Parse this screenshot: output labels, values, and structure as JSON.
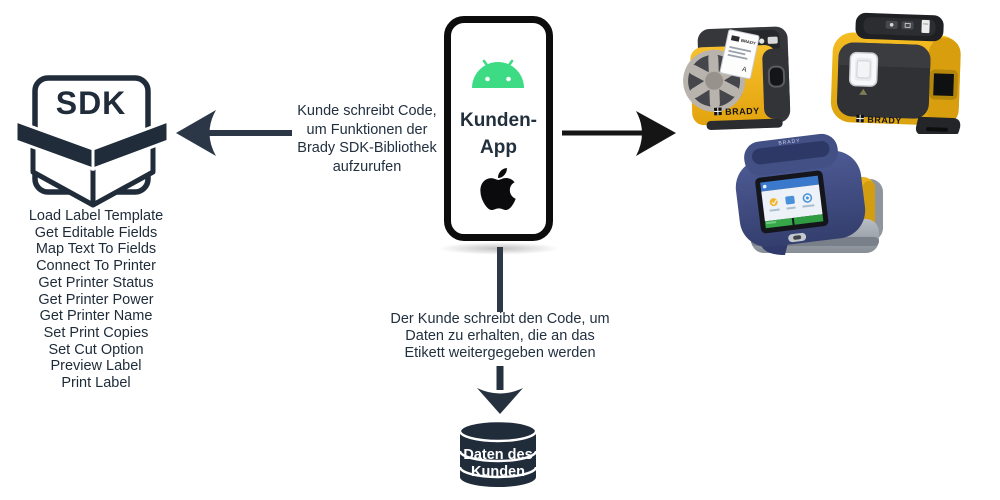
{
  "sdk": {
    "icon_label": "SDK",
    "functions": [
      "Load Label Template",
      "Get Editable Fields",
      "Map Text To Fields",
      "Connect To Printer",
      "Get Printer Status",
      "Get Printer Power",
      "Get Printer Name",
      "Set Print Copies",
      "Set Cut Option",
      "Preview Label",
      "Print Label"
    ]
  },
  "phone": {
    "app_name_line1": "Kunden-",
    "app_name_line2": "App"
  },
  "captions": {
    "sdk_arrow": [
      "Kunde schreibt Code,",
      "um Funktionen der",
      "Brady SDK-Bibliothek",
      "aufzurufen"
    ],
    "data_arrow": [
      "Der Kunde schreibt den Code, um",
      "Daten zu erhalten, die an das",
      "Etikett weitergegeben werden"
    ]
  },
  "database": {
    "label_line1": "Daten des",
    "label_line2": "Kunden"
  },
  "printers": {
    "brand": "BRADY",
    "count": 3
  },
  "icons": {
    "sdk_box": "open-box-sdk-icon",
    "android": "android-robot-icon",
    "apple": "apple-logo-icon",
    "arrow_left": "arrow-left-icon",
    "arrow_right": "arrow-right-icon",
    "arrow_down": "arrow-down-icon",
    "database": "database-cylinder-icon"
  },
  "colors": {
    "dark_navy": "#22303E",
    "arrow_black": "#151515",
    "android_green": "#3DDC84",
    "brady_yellow": "#F2B61B",
    "printer_navy": "#3F4C7C",
    "database_navy": "#202C3A",
    "background": "#FFFFFF"
  }
}
